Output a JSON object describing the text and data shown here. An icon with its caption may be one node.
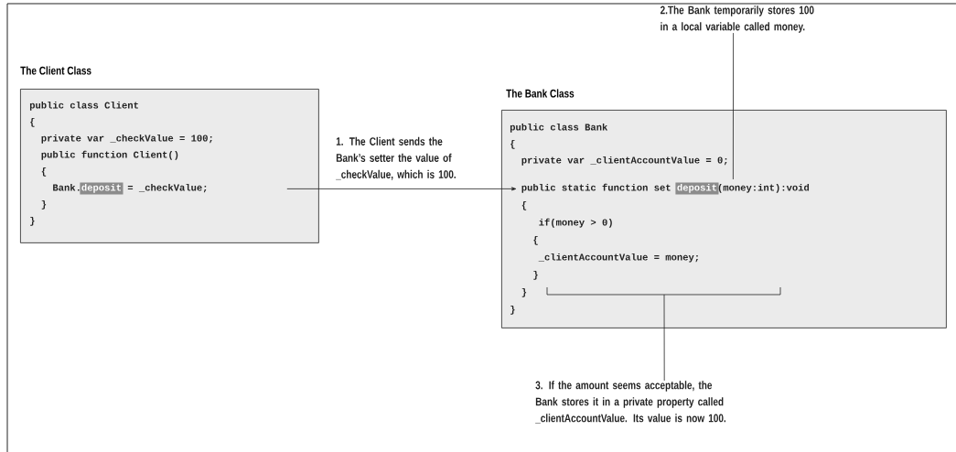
{
  "diagram": {
    "nodes": [
      {
        "text": [
          "The Client Class",
          "public class Client",
          "{",
          "private var _checkValue = 100;",
          "public function Client()",
          "{",
          "Bank.",
          "deposit",
          "= _checkValue;",
          "}",
          "}"
        ]
      },
      {
        "text": [
          "The Bank Class",
          "public class Bank",
          "{",
          "private var _clientAccountValue = 0;",
          "public static function set",
          "deposit",
          "(money:int):void",
          "{",
          "if(money > 0)",
          "{",
          "_clientAccountValue = money;",
          "}",
          "}",
          "}"
        ]
      },
      {
        "text": [
          "2.The Bank temporarily stores 100 in a local variable called money."
        ]
      },
      {
        "text": [
          "3. If the amount seems acceptable, the Bank stores it in a private property called _clientAccountValue. Its value is now 100."
        ]
      }
    ],
    "edges": [
      {
        "from": 0,
        "to": 1,
        "arrow": "to",
        "label": "1. The Client sends the Bank’s setter the value of _checkValue, which is 100."
      },
      {
        "from": 2,
        "to": 1,
        "arrow": "none"
      },
      {
        "from": 3,
        "to": 1,
        "arrow": "none"
      }
    ]
  }
}
